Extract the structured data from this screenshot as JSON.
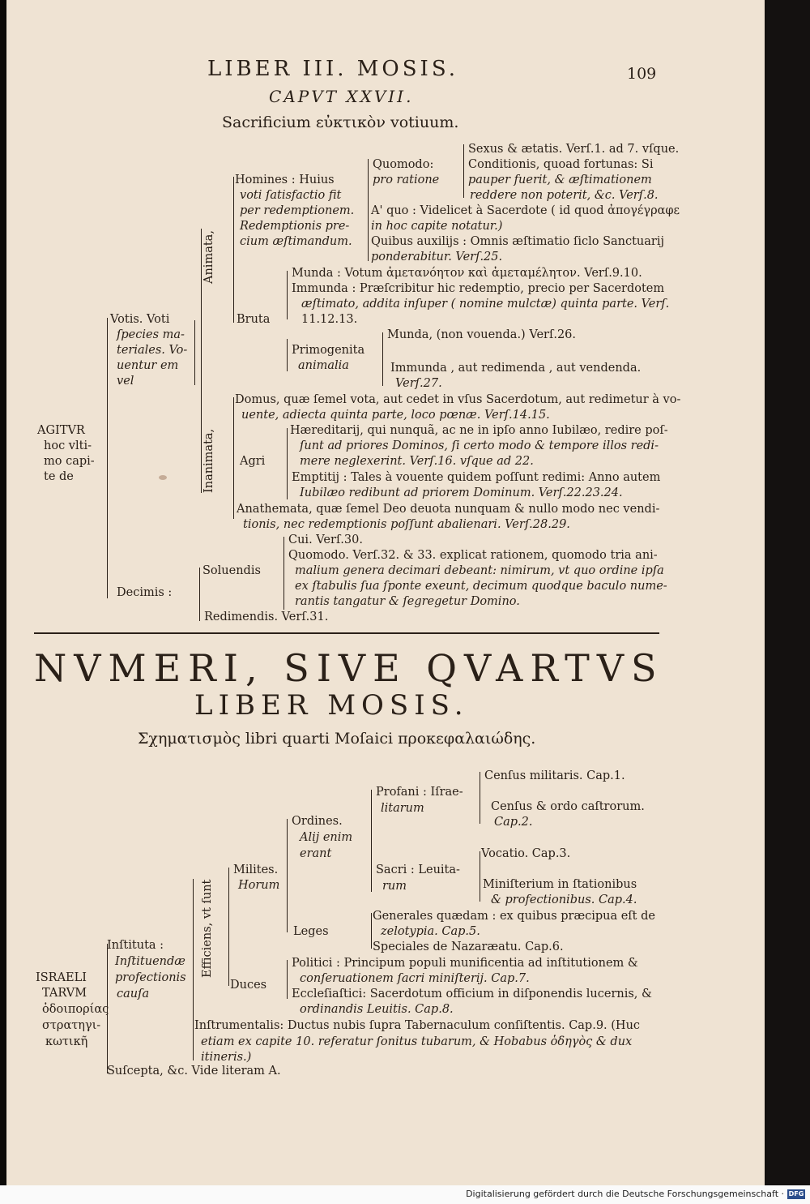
{
  "header": {
    "running_title": "LIBER III. MOSIS.",
    "page_number": "109",
    "chapter": "CAPVT XXVII.",
    "section_title": "Sacrificium εὐκτικὸν votiuum."
  },
  "chart1": {
    "l1": "Sexus & ætatis. Verſ.1. ad 7. vſque.",
    "l2": "Quomodo:",
    "l2b": "Conditionis, quoad fortunas: Si",
    "l3a": "Homines : Huius",
    "l3b": "pro ratione",
    "l3c": "pauper fuerit, & æſtimationem",
    "l4a": "voti ſatisfactio fit",
    "l4b": "reddere non poterit, &c. Verſ.8.",
    "l5a": "per redemptionem.",
    "l5b": "A' quo : Videlicet à Sacerdote ( id quod ἀπογέγραφε",
    "l6a": "Redemptionis pre-",
    "l6b": "in hoc capite notatur.)",
    "l7a": "cium æſtimandum.",
    "l7b": "Quibus auxilijs : Omnis æſtimatio ſiclo Sanctuarij",
    "l8": "ponderabitur. Verſ.25.",
    "animata": "Animata,",
    "l9": "Munda : Votum ἀμετανόητον καὶ ἀμεταμέλητον. Verſ.9.10.",
    "l10": "Immunda : Præſcribitur hic redemptio, precio per Sacerdotem",
    "l11": "æſtimato, addita inſuper ( nomine mulctæ) quinta parte. Verſ.",
    "l12a": "Votis. Voti",
    "l12b": "Bruta",
    "l12c": "11.12.13.",
    "l13a": "ſpecies ma-",
    "l13b": "Munda, (non vouenda.) Verſ.26.",
    "l14a": "teriales. Vo-",
    "l14b": "Primogenita",
    "l15a": "uentur em",
    "l15b": "animalia",
    "l15c": "Immunda , aut redimenda , aut vendenda.",
    "l16a": "vel",
    "l16b": "Verſ.27.",
    "l17": "Domus, quæ ſemel vota, aut cedet in vſus Sacerdotum, aut redimetur à vo-",
    "l18": "uente, adiecta quinta parte, loco pœnæ. Verſ.14.15.",
    "agitur1": "AGITVR",
    "agitur2": "hoc vlti-",
    "agitur3": "mo capi-",
    "agitur4": "te de",
    "l19": "Hæreditarij, qui nunquã, ac ne in ipſo anno Iubilæo, redire poſ-",
    "l20": "ſunt ad priores Dominos, ſi certo modo & tempore illos redi-",
    "l21": "mere neglexerint. Verſ.16. vſque ad 22.",
    "agri": "Agri",
    "inanimata": "Inanimata,",
    "l22": "Emptitij : Tales à vouente quidem poſſunt redimi: Anno autem",
    "l23": "Iubilæo redibunt ad priorem Dominum. Verſ.22.23.24.",
    "l24": "Anathemata, quæ ſemel Deo deuota nunquam & nullo modo nec vendi-",
    "l25": "tionis, nec redemptionis poſſunt abalienari. Verſ.28.29.",
    "l26": "Cui. Verſ.30.",
    "l27": "Quomodo. Verſ.32. & 33. explicat rationem, quomodo tria ani-",
    "l28a": "Soluendis",
    "l28b": "malium genera decimari debeant: nimirum, vt quo ordine ipſa",
    "l29": "ex ſtabulis ſua ſponte exeunt, decimum quodque baculo nume-",
    "l30a": "Decimis :",
    "l30b": "rantis tangatur & ſegregetur Domino.",
    "l31": "Redimendis. Verſ.31."
  },
  "title2": {
    "line1": "NVMERI, SIVE QVARTVS",
    "line2": "LIBER MOSIS.",
    "subtitle": "Σχηματισμὸς libri quarti Moſaici προκεφαλαιώδης."
  },
  "chart2": {
    "m1": "Cenſus militaris. Cap.1.",
    "m2a": "Profani : Iſrae-",
    "m3a": "litarum",
    "m3b": "Cenſus & ordo caſtrorum.",
    "m4a": "Ordines.",
    "m4b": "Cap.2.",
    "m5": "Alij enim",
    "m6": "erant",
    "m7": "Vocatio. Cap.3.",
    "m8a": "Milites.",
    "m8b": "Sacri : Leuita-",
    "m9a": "Horum",
    "m9b": "rum",
    "m9c": "Miniſterium in ſtationibus",
    "m10": "& profectionibus. Cap.4.",
    "m11": "Generales quædam : ex quibus præcipua eſt de",
    "efficiens": "Efficiens, vt ſunt",
    "m12a": "Leges",
    "m12b": "zelotypia. Cap.5.",
    "m13": "Speciales de Nazaræatu. Cap.6.",
    "m14a": "Inſtituta :",
    "m14b": "Politici : Principum populi munificentia ad inſtitutionem &",
    "m15a": "Inſtituendæ",
    "m15b": "conſeruationem ſacri miniſterij. Cap.7.",
    "m16a": "ISRAELI",
    "m16b": "profectionis",
    "m16c": "Duces",
    "m17a": "TARVM",
    "m17b": "cauſa",
    "m17c": "Eccleſiaſtici: Sacerdotum officium in diſponendis lucernis, &",
    "m18a": "ὁδοιπορίας",
    "m18b": "ordinandis Leuitis. Cap.8.",
    "m19a": "στρατηγι-",
    "m19b": "Inſtrumentalis: Ductus nubis ſupra Tabernaculum conſiſtentis. Cap.9. (Huc",
    "m20a": "κωτικῆ",
    "m20b": "etiam ex capite 10. referatur ſonitus tubarum, & Hobabus ὁδηγὸς & dux",
    "m21": "itineris.)",
    "m22": "Suſcepta, &c. Vide literam A."
  },
  "footer": {
    "credit": "Digitalisierung gefördert durch die Deutsche Forschungsgemeinschaft ·",
    "logo": "DFG"
  }
}
